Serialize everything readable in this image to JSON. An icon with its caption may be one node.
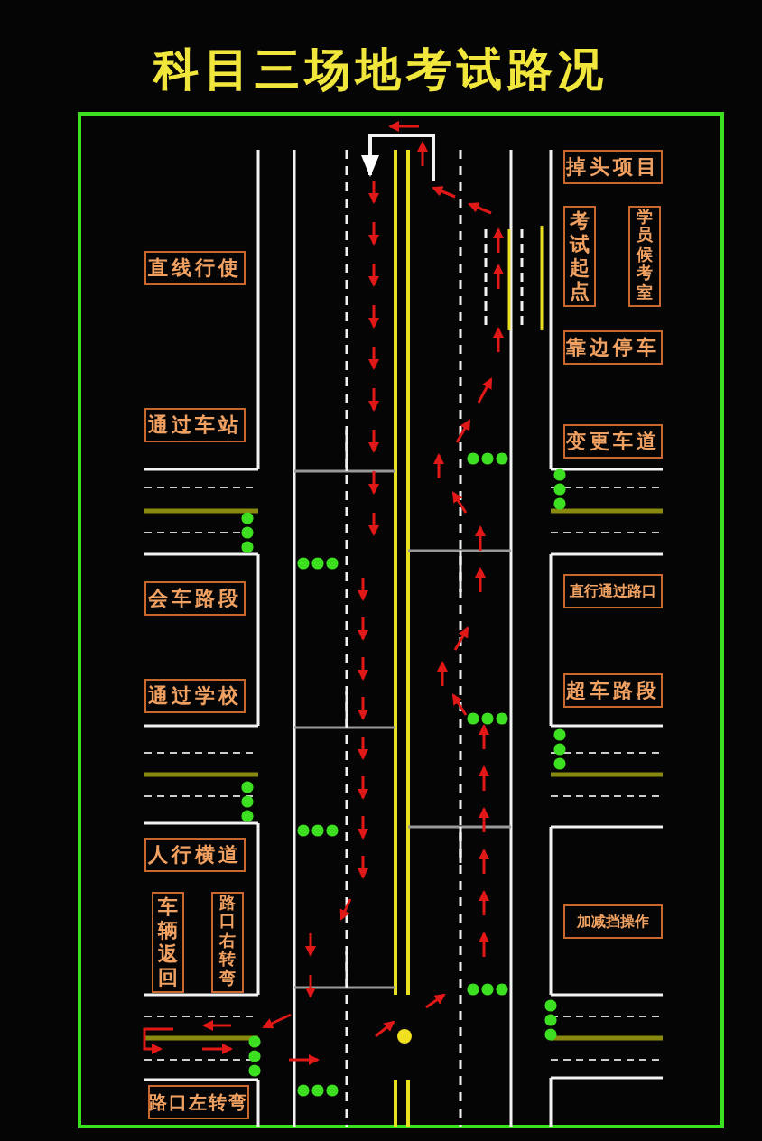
{
  "diagram": {
    "title": "科目三场地考试路况",
    "nodes": [
      {
        "text": [
          "掉头项目"
        ]
      },
      {
        "text": [
          "直线行使"
        ]
      },
      {
        "text": [
          "考试起点"
        ]
      },
      {
        "text": [
          "学员候考室"
        ]
      },
      {
        "text": [
          "靠边停车"
        ]
      },
      {
        "text": [
          "通过车站"
        ]
      },
      {
        "text": [
          "变更车道"
        ]
      },
      {
        "text": [
          "直行通过路口"
        ]
      },
      {
        "text": [
          "会车路段"
        ]
      },
      {
        "text": [
          "超车路段"
        ]
      },
      {
        "text": [
          "通过学校"
        ]
      },
      {
        "text": [
          "人行横道"
        ]
      },
      {
        "text": [
          "车辆返回"
        ]
      },
      {
        "text": [
          "路口右转弯"
        ]
      },
      {
        "text": [
          "加减挡操作"
        ]
      },
      {
        "text": [
          "路口左转弯"
        ]
      }
    ]
  }
}
